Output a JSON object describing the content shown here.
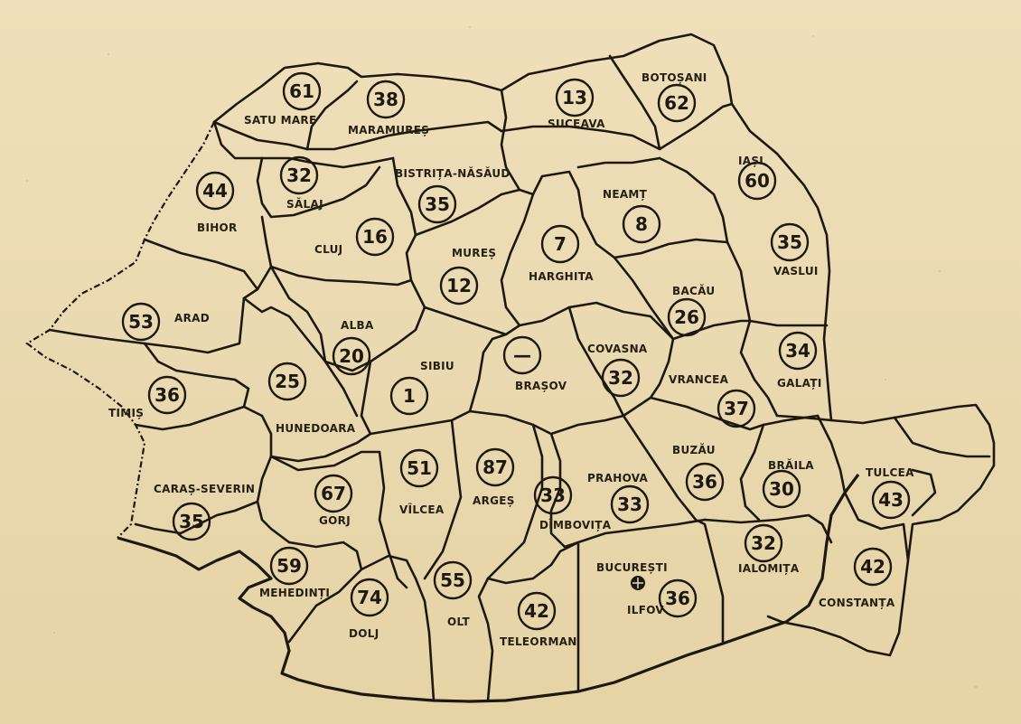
{
  "counties": [
    {
      "name": "SATU MARE",
      "number": "61"
    },
    {
      "name": "MARAMUREȘ",
      "number": "38"
    },
    {
      "name": "SUCEAVA",
      "number": "13"
    },
    {
      "name": "BOTOȘANI",
      "number": "62"
    },
    {
      "name": "BIHOR",
      "number": "44"
    },
    {
      "name": "SĂLAJ",
      "number": "32"
    },
    {
      "name": "BISTRIȚA-NĂSĂUD",
      "number": "35"
    },
    {
      "name": "NEAMȚ",
      "number": "8"
    },
    {
      "name": "IAȘI",
      "number": "60"
    },
    {
      "name": "CLUJ",
      "number": "16"
    },
    {
      "name": "MUREȘ",
      "number": "12"
    },
    {
      "name": "HARGHITA",
      "number": "7"
    },
    {
      "name": "VASLUI",
      "number": "35"
    },
    {
      "name": "BACĂU",
      "number": "26"
    },
    {
      "name": "ARAD",
      "number": "53"
    },
    {
      "name": "ALBA",
      "number": "20"
    },
    {
      "name": "SIBIU",
      "number": "1"
    },
    {
      "name": "BRAȘOV",
      "number": "—"
    },
    {
      "name": "COVASNA",
      "number": "32"
    },
    {
      "name": "GALAȚI",
      "number": "34"
    },
    {
      "name": "VRANCEA",
      "number": "37"
    },
    {
      "name": "TIMIȘ",
      "number": "36"
    },
    {
      "name": "HUNEDOARA",
      "number": "25"
    },
    {
      "name": "VÎLCEA",
      "number": "51"
    },
    {
      "name": "ARGEȘ",
      "number": "87"
    },
    {
      "name": "DÎMBOVIȚA",
      "number": "33"
    },
    {
      "name": "PRAHOVA",
      "number": "33"
    },
    {
      "name": "BUZĂU",
      "number": "36"
    },
    {
      "name": "BRĂILA",
      "number": "30"
    },
    {
      "name": "TULCEA",
      "number": "43"
    },
    {
      "name": "CARAȘ-SEVERIN",
      "number": "35"
    },
    {
      "name": "GORJ",
      "number": "67"
    },
    {
      "name": "MEHEDINȚI",
      "number": "59"
    },
    {
      "name": "DOLJ",
      "number": "74"
    },
    {
      "name": "OLT",
      "number": "55"
    },
    {
      "name": "TELEORMAN",
      "number": "42"
    },
    {
      "name": "ILFOV",
      "number": "36"
    },
    {
      "name": "IALOMIȚA",
      "number": "32"
    },
    {
      "name": "CONSTANȚA",
      "number": "42"
    }
  ],
  "capital_label": "BUCUREȘTI",
  "colors": {
    "ink": "#1d1810",
    "paper": "#ecdcb4"
  }
}
